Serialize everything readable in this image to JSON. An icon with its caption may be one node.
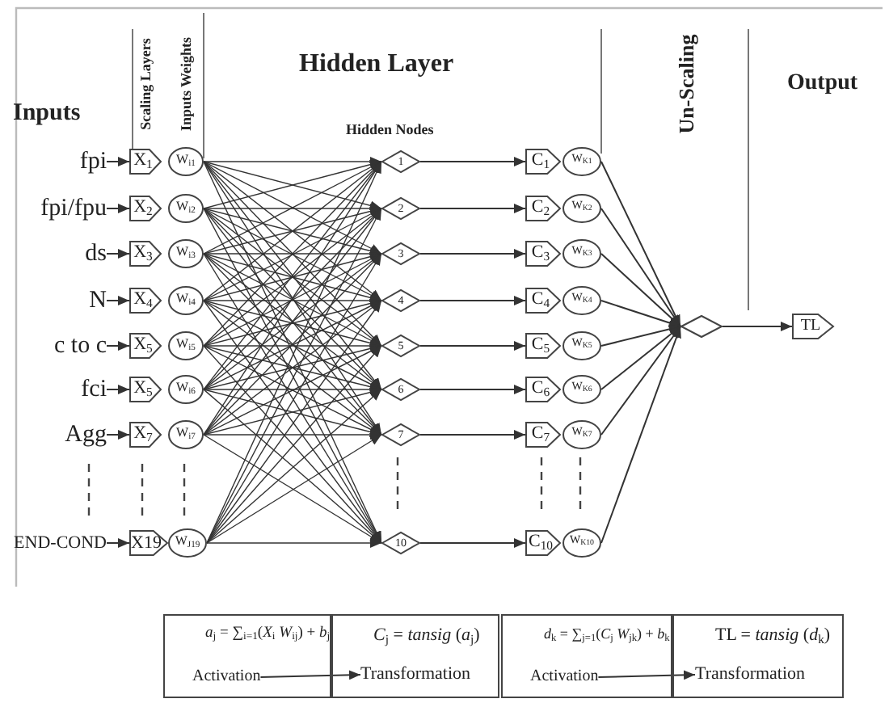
{
  "diagram": {
    "nodes": [
      {
        "text": [
          "fpi"
        ]
      },
      {
        "text": [
          "fpi/fpu"
        ]
      },
      {
        "text": [
          "ds"
        ]
      },
      {
        "text": [
          "N"
        ]
      },
      {
        "text": [
          "c to c"
        ]
      },
      {
        "text": [
          "fci"
        ]
      },
      {
        "text": [
          "Agg"
        ]
      },
      {
        "text": [
          "END-COND"
        ]
      },
      {
        "text": [
          "X$_{1}$"
        ]
      },
      {
        "text": [
          "X$_{2}$"
        ]
      },
      {
        "text": [
          "X$_{3}$"
        ]
      },
      {
        "text": [
          "X$_{4}$"
        ]
      },
      {
        "text": [
          "X$_{5}$"
        ]
      },
      {
        "text": [
          "X$_{5}$"
        ]
      },
      {
        "text": [
          "X$_{7}$"
        ]
      },
      {
        "text": [
          "X19"
        ]
      },
      {
        "text": [
          "W$_{i1}$"
        ]
      },
      {
        "text": [
          "W$_{i2}$"
        ]
      },
      {
        "text": [
          "W$_{i3}$"
        ]
      },
      {
        "text": [
          "W$_{i4}$"
        ]
      },
      {
        "text": [
          "W$_{i5}$"
        ]
      },
      {
        "text": [
          "W$_{i6}$"
        ]
      },
      {
        "text": [
          "W$_{i7}$"
        ]
      },
      {
        "text": [
          "W$_{J19}$"
        ]
      },
      {
        "text": [
          "1"
        ]
      },
      {
        "text": [
          "2"
        ]
      },
      {
        "text": [
          "3"
        ]
      },
      {
        "text": [
          "4"
        ]
      },
      {
        "text": [
          "5"
        ]
      },
      {
        "text": [
          "6"
        ]
      },
      {
        "text": [
          "7"
        ]
      },
      {
        "text": [
          "10"
        ]
      },
      {
        "text": [
          "C$_{1}$"
        ]
      },
      {
        "text": [
          "C$_{2}$"
        ]
      },
      {
        "text": [
          "C$_{3}$"
        ]
      },
      {
        "text": [
          "C$_{4}$"
        ]
      },
      {
        "text": [
          "C$_{5}$"
        ]
      },
      {
        "text": [
          "C$_{6}$"
        ]
      },
      {
        "text": [
          "C$_{7}$"
        ]
      },
      {
        "text": [
          "C$_{10}$"
        ]
      },
      {
        "text": [
          "W$_{K1}$"
        ]
      },
      {
        "text": [
          "W$_{K2}$"
        ]
      },
      {
        "text": [
          "W$_{K3}$"
        ]
      },
      {
        "text": [
          "W$_{K4}$"
        ]
      },
      {
        "text": [
          "W$_{K5}$"
        ]
      },
      {
        "text": [
          "W$_{K6}$"
        ]
      },
      {
        "text": [
          "W$_{K7}$"
        ]
      },
      {
        "text": [
          "W$_{K10}$"
        ]
      },
      {
        "text": [],
        "shape": "diamond"
      },
      {
        "text": [
          "TL"
        ]
      },
      {
        "text": [
          "*a*$_{j}$ = ∑$_{i=1}$(*X*$_{i}$ *W*$_{ij}$) + *b*$_{j}$"
        ]
      },
      {
        "text": [
          "Activation"
        ],
        "in": 50
      },
      {
        "text": [
          "*C*$_{j}$ = *tansig* (*a*$_{j}$)"
        ]
      },
      {
        "text": [
          "Transformation"
        ],
        "in": 52
      },
      {
        "text": [
          "*d*$_{k}$ = ∑$_{j=1}$(*C*$_{j}$ *W*$_{jk}$) + *b*$_{k}$"
        ]
      },
      {
        "text": [
          "Activation"
        ],
        "in": 54
      },
      {
        "text": [
          "TL = *tansig* (*d*$_{k}$)"
        ]
      },
      {
        "text": [
          "Transformation"
        ],
        "in": 56
      }
    ],
    "edges": [
      {
        "from": 0,
        "to": 8,
        "arrow": "to"
      },
      {
        "from": 1,
        "to": 9,
        "arrow": "to"
      },
      {
        "from": 2,
        "to": 10,
        "arrow": "to"
      },
      {
        "from": 3,
        "to": 11,
        "arrow": "to"
      },
      {
        "from": 4,
        "to": 12,
        "arrow": "to"
      },
      {
        "from": 5,
        "to": 13,
        "arrow": "to"
      },
      {
        "from": 6,
        "to": 14,
        "arrow": "to"
      },
      {
        "from": 7,
        "to": 15,
        "arrow": "to"
      },
      {
        "from": 16,
        "to": 24,
        "arrow": "to"
      },
      {
        "from": 16,
        "to": 25,
        "arrow": "to"
      },
      {
        "from": 16,
        "to": 26,
        "arrow": "to"
      },
      {
        "from": 16,
        "to": 27,
        "arrow": "to"
      },
      {
        "from": 16,
        "to": 28,
        "arrow": "to"
      },
      {
        "from": 16,
        "to": 29,
        "arrow": "to"
      },
      {
        "from": 16,
        "to": 30,
        "arrow": "to"
      },
      {
        "from": 16,
        "to": 31,
        "arrow": "to"
      },
      {
        "from": 17,
        "to": 24,
        "arrow": "to"
      },
      {
        "from": 17,
        "to": 25,
        "arrow": "to"
      },
      {
        "from": 17,
        "to": 26,
        "arrow": "to"
      },
      {
        "from": 17,
        "to": 27,
        "arrow": "to"
      },
      {
        "from": 17,
        "to": 28,
        "arrow": "to"
      },
      {
        "from": 17,
        "to": 29,
        "arrow": "to"
      },
      {
        "from": 17,
        "to": 30,
        "arrow": "to"
      },
      {
        "from": 17,
        "to": 31,
        "arrow": "to"
      },
      {
        "from": 18,
        "to": 24,
        "arrow": "to"
      },
      {
        "from": 18,
        "to": 25,
        "arrow": "to"
      },
      {
        "from": 18,
        "to": 26,
        "arrow": "to"
      },
      {
        "from": 18,
        "to": 27,
        "arrow": "to"
      },
      {
        "from": 18,
        "to": 28,
        "arrow": "to"
      },
      {
        "from": 18,
        "to": 29,
        "arrow": "to"
      },
      {
        "from": 18,
        "to": 30,
        "arrow": "to"
      },
      {
        "from": 18,
        "to": 31,
        "arrow": "to"
      },
      {
        "from": 19,
        "to": 24,
        "arrow": "to"
      },
      {
        "from": 19,
        "to": 25,
        "arrow": "to"
      },
      {
        "from": 19,
        "to": 26,
        "arrow": "to"
      },
      {
        "from": 19,
        "to": 27,
        "arrow": "to"
      },
      {
        "from": 19,
        "to": 28,
        "arrow": "to"
      },
      {
        "from": 19,
        "to": 29,
        "arrow": "to"
      },
      {
        "from": 19,
        "to": 30,
        "arrow": "to"
      },
      {
        "from": 19,
        "to": 31,
        "arrow": "to"
      },
      {
        "from": 20,
        "to": 24,
        "arrow": "to"
      },
      {
        "from": 20,
        "to": 25,
        "arrow": "to"
      },
      {
        "from": 20,
        "to": 26,
        "arrow": "to"
      },
      {
        "from": 20,
        "to": 27,
        "arrow": "to"
      },
      {
        "from": 20,
        "to": 28,
        "arrow": "to"
      },
      {
        "from": 20,
        "to": 29,
        "arrow": "to"
      },
      {
        "from": 20,
        "to": 30,
        "arrow": "to"
      },
      {
        "from": 20,
        "to": 31,
        "arrow": "to"
      },
      {
        "from": 21,
        "to": 24,
        "arrow": "to"
      },
      {
        "from": 21,
        "to": 25,
        "arrow": "to"
      },
      {
        "from": 21,
        "to": 26,
        "arrow": "to"
      },
      {
        "from": 21,
        "to": 27,
        "arrow": "to"
      },
      {
        "from": 21,
        "to": 28,
        "arrow": "to"
      },
      {
        "from": 21,
        "to": 29,
        "arrow": "to"
      },
      {
        "from": 21,
        "to": 30,
        "arrow": "to"
      },
      {
        "from": 21,
        "to": 31,
        "arrow": "to"
      },
      {
        "from": 22,
        "to": 24,
        "arrow": "to"
      },
      {
        "from": 22,
        "to": 25,
        "arrow": "to"
      },
      {
        "from": 22,
        "to": 26,
        "arrow": "to"
      },
      {
        "from": 22,
        "to": 27,
        "arrow": "to"
      },
      {
        "from": 22,
        "to": 28,
        "arrow": "to"
      },
      {
        "from": 22,
        "to": 29,
        "arrow": "to"
      },
      {
        "from": 22,
        "to": 30,
        "arrow": "to"
      },
      {
        "from": 22,
        "to": 31,
        "arrow": "to"
      },
      {
        "from": 23,
        "to": 24,
        "arrow": "to"
      },
      {
        "from": 23,
        "to": 25,
        "arrow": "to"
      },
      {
        "from": 23,
        "to": 26,
        "arrow": "to"
      },
      {
        "from": 23,
        "to": 27,
        "arrow": "to"
      },
      {
        "from": 23,
        "to": 28,
        "arrow": "to"
      },
      {
        "from": 23,
        "to": 29,
        "arrow": "to"
      },
      {
        "from": 23,
        "to": 30,
        "arrow": "to"
      },
      {
        "from": 23,
        "to": 31,
        "arrow": "to"
      },
      {
        "from": 24,
        "to": 32,
        "arrow": "to"
      },
      {
        "from": 25,
        "to": 33,
        "arrow": "to"
      },
      {
        "from": 26,
        "to": 34,
        "arrow": "to"
      },
      {
        "from": 27,
        "to": 35,
        "arrow": "to"
      },
      {
        "from": 28,
        "to": 36,
        "arrow": "to"
      },
      {
        "from": 29,
        "to": 37,
        "arrow": "to"
      },
      {
        "from": 30,
        "to": 38,
        "arrow": "to"
      },
      {
        "from": 31,
        "to": 39,
        "arrow": "to"
      },
      {
        "from": 40,
        "to": 48,
        "arrow": "to"
      },
      {
        "from": 41,
        "to": 48,
        "arrow": "to"
      },
      {
        "from": 42,
        "to": 48,
        "arrow": "to"
      },
      {
        "from": 43,
        "to": 48,
        "arrow": "to"
      },
      {
        "from": 44,
        "to": 48,
        "arrow": "to"
      },
      {
        "from": 45,
        "to": 48,
        "arrow": "to"
      },
      {
        "from": 46,
        "to": 48,
        "arrow": "to"
      },
      {
        "from": 47,
        "to": 48,
        "arrow": "to"
      },
      {
        "from": 48,
        "to": 49,
        "arrow": "to"
      },
      {
        "from": 51,
        "to": 53,
        "arrow": "to"
      },
      {
        "from": 55,
        "to": 57,
        "arrow": "to"
      }
    ],
    "labels": [
      "Inputs",
      "Scaling Layers",
      "Inputs Weights",
      "Hidden Layer",
      "Hidden Nodes",
      "Un-Scaling",
      "Output"
    ]
  }
}
